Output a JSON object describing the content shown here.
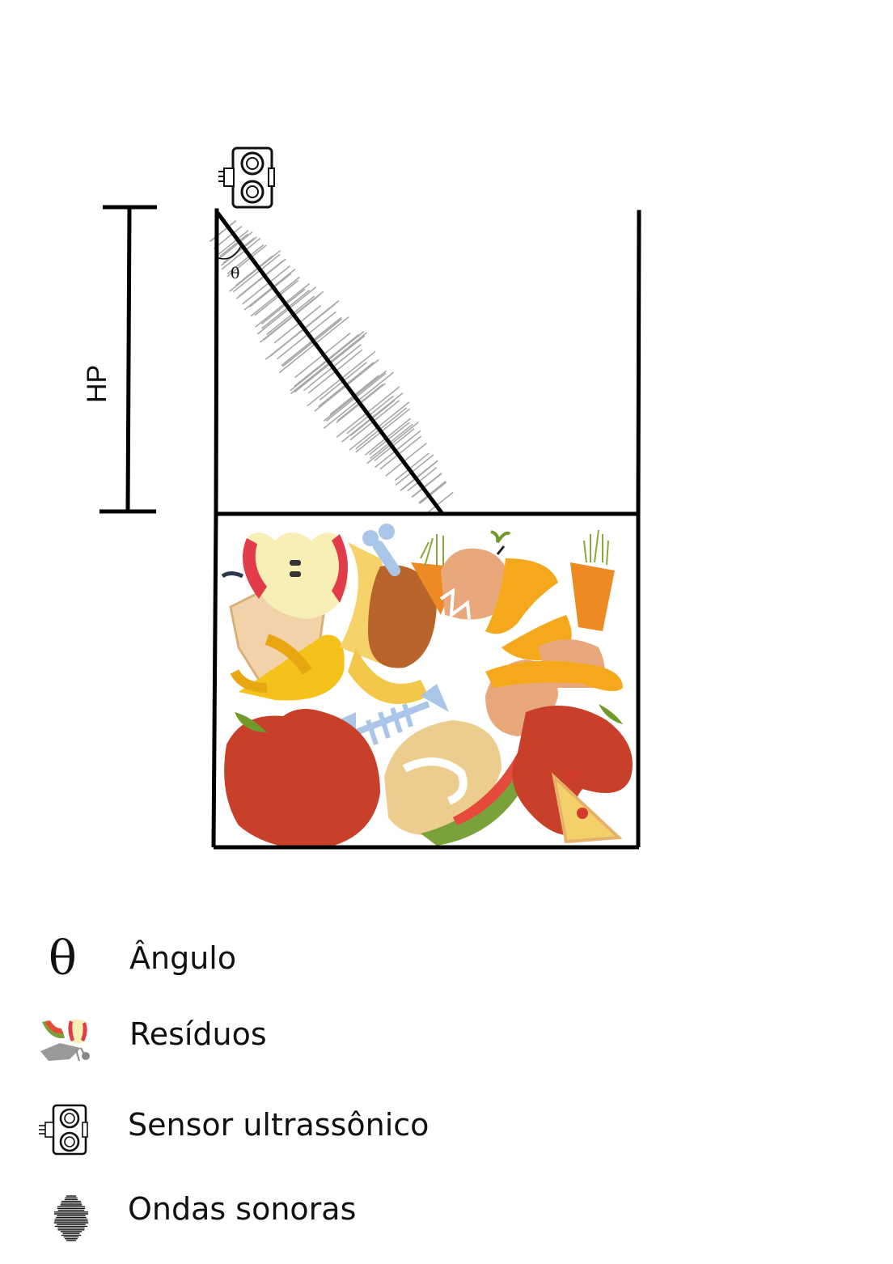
{
  "diagram": {
    "hp_label": "HP",
    "theta_symbol": "θ"
  },
  "legend": {
    "angle": {
      "symbol": "θ",
      "label": "Ângulo",
      "icon": "theta-icon"
    },
    "waste": {
      "label": "Resíduos",
      "icon": "food-waste-icon"
    },
    "sensor": {
      "label": "Sensor ultrassônico",
      "icon": "ultrasonic-sensor-icon"
    },
    "waves": {
      "label": "Ondas sonoras",
      "icon": "sound-waves-icon"
    }
  },
  "colors": {
    "line": "#000000",
    "waves": "#a8a8a8",
    "apple_red": "#c9402a",
    "banana": "#f5c21b",
    "carrot": "#ee8a24",
    "eggshell": "#e8a87c",
    "chicken": "#b8642a",
    "fishbone": "#a9c6e8",
    "leaf": "#6f9a2a"
  }
}
